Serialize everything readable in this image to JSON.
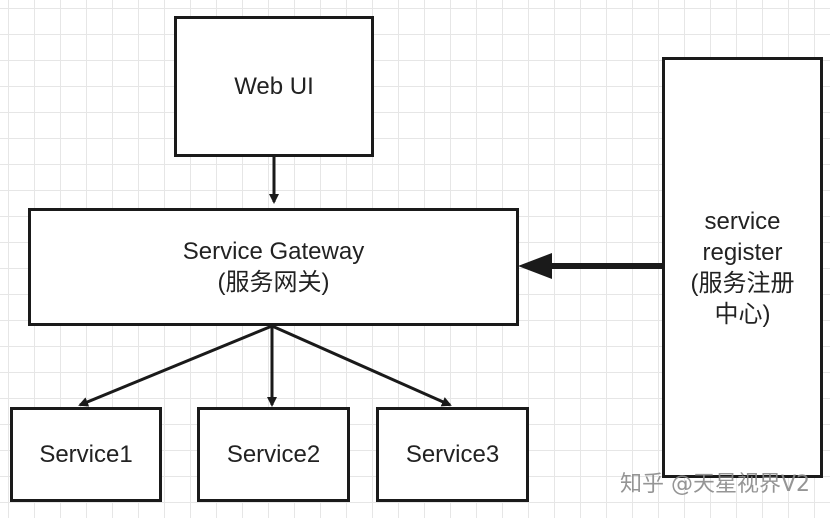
{
  "nodes": {
    "web_ui": {
      "label": "Web UI"
    },
    "gateway": {
      "label": "Service Gateway",
      "sublabel": "(服务网关)"
    },
    "register": {
      "line1": "service",
      "line2": "register",
      "line3": "(服务注册",
      "line4": "中心)"
    },
    "service1": {
      "label": "Service1"
    },
    "service2": {
      "label": "Service2"
    },
    "service3": {
      "label": "Service3"
    }
  },
  "watermark": "知乎 @天星视界V2",
  "colors": {
    "stroke": "#1a1a1a",
    "grid": "#e6e6e6",
    "watermark": "#8a8a8a"
  }
}
